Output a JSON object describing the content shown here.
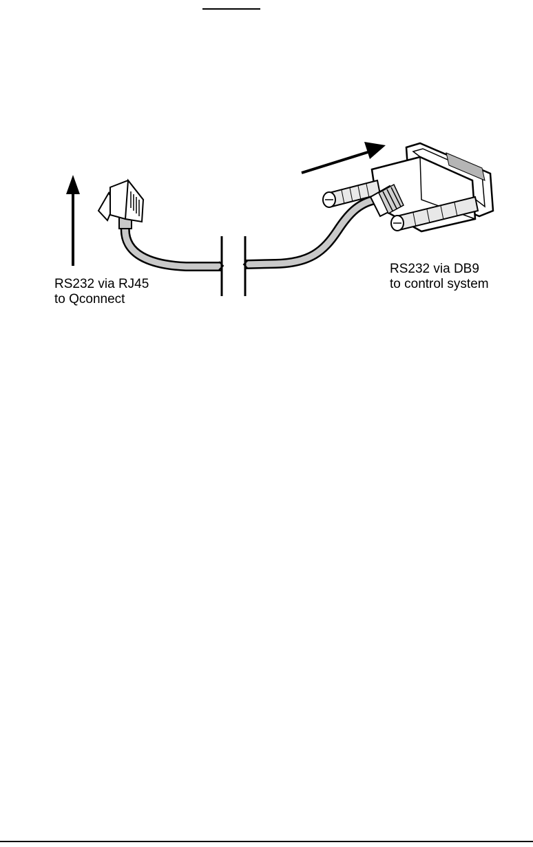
{
  "labels": {
    "rj45_line1": "RS232 via RJ45",
    "rj45_line2": "to Qconnect",
    "db9_line1": "RS232 via DB9",
    "db9_line2": "to control system"
  },
  "colors": {
    "cable": "#c9c9c9",
    "outline": "#000000",
    "connector_fill": "#ffffff",
    "shade": "#b5b5b5"
  }
}
